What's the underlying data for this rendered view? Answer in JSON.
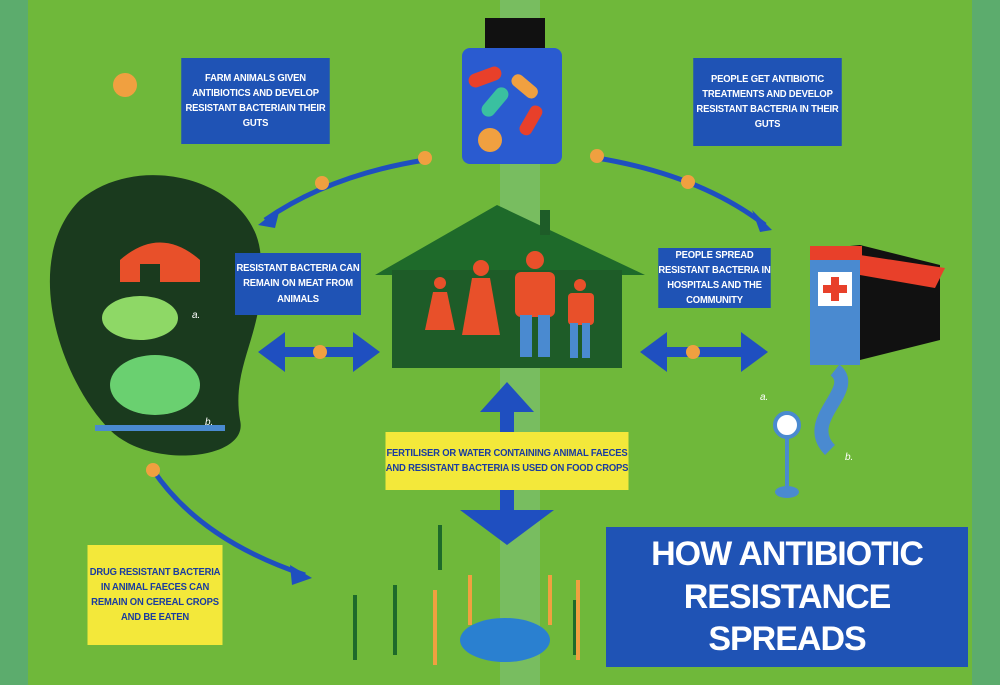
{
  "title": "HOW ANTIBIOTIC RESISTANCE SPREADS",
  "boxes": {
    "farm_animals": "FARM ANIMALS GIVEN ANTIBIOTICS AND DEVELOP RESISTANT BACTERIAIN THEIR GUTS",
    "people_treatments": "PEOPLE GET ANTIBIOTIC TREATMENTS AND DEVELOP RESISTANT BACTERIA IN THEIR GUTS",
    "meat": "RESISTANT BACTERIA CAN REMAIN ON MEAT FROM ANIMALS",
    "hospitals": "PEOPLE SPREAD RESISTANT BACTERIA IN HOSPITALS AND THE COMMUNITY",
    "fertiliser": "FERTILISER OR WATER CONTAINING ANIMAL FAECES AND RESISTANT BACTERIA IS USED ON FOOD CROPS",
    "cereal": "DRUG RESISTANT BACTERIA IN ANIMAL FAECES CAN REMAIN ON CEREAL CROPS AND BE EATEN"
  },
  "labels": {
    "a1": "a.",
    "b1": "b.",
    "a2": "a.",
    "b2": "b."
  },
  "colors": {
    "background": "#6fb83a",
    "box_blue": "#1f53b5",
    "box_yellow": "#f3e83a",
    "arrow": "#1f4fc0",
    "dot": "#f0a040",
    "figure": "#e8502a"
  }
}
